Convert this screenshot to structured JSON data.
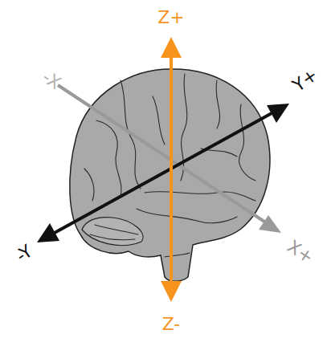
{
  "diagram": {
    "labels": [
      "Z+",
      "-X",
      "Y+",
      "-Y",
      "X+",
      "Z-"
    ]
  }
}
